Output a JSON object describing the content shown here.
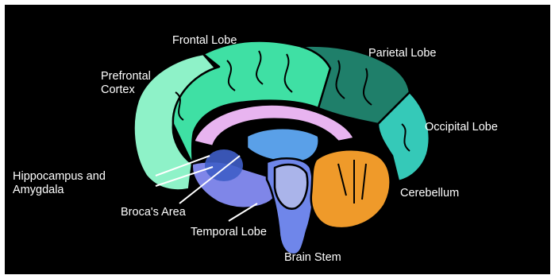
{
  "labels": {
    "frontal_lobe": "Frontal Lobe",
    "parietal_lobe": "Parietal Lobe",
    "prefrontal_cortex": "Prefrontal\nCortex",
    "occipital_lobe": "Occipital Lobe",
    "hippocampus_amygdala": "Hippocampus and\nAmygdala",
    "brocas_area": "Broca's Area",
    "cerebellum": "Cerebellum",
    "temporal_lobe": "Temporal Lobe",
    "brain_stem": "Brain Stem"
  },
  "colors": {
    "background": "#000000",
    "frontal_lobe": "#3fe0a4",
    "prefrontal_cortex": "#8ef2c8",
    "parietal_lobe": "#1f7f6a",
    "occipital_lobe": "#35c9b8",
    "temporal_lobe": "#7f86e8",
    "brain_stem": "#6f86ea",
    "cerebellum": "#ef9a2a",
    "corpus_callosum": "#e8b4f0",
    "thalamus": "#5aa0e8",
    "amygdala": "#3f5ec8",
    "outline": "#000000"
  }
}
